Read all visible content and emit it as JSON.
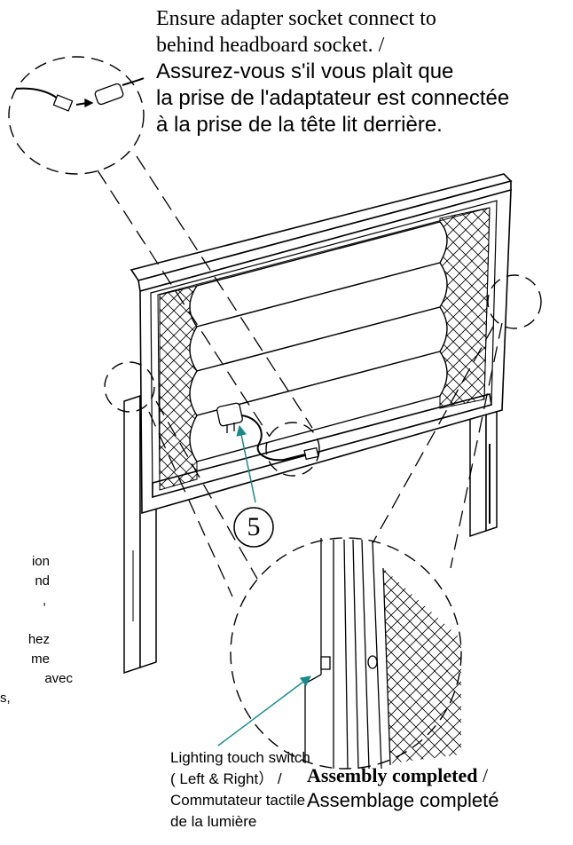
{
  "adapter_note": {
    "line1": "Ensure adapter socket connect to",
    "line2": "behind headboard socket. /",
    "line3": "Assurez-vous s'il vous plaìt que",
    "line4": "la prise de l'adaptateur est connectée",
    "line5": "à  la prise de la tête lit derrière."
  },
  "partial_note": {
    "line1": "ion",
    "line2": "nd",
    "line3": ",",
    "line4": "hez",
    "line5": "me",
    "line6": " avec",
    "line7": "s,"
  },
  "switch_note": {
    "line1": "Lighting touch switch",
    "line2": "( Left & Right）  /",
    "line3": "Commutateur tactile",
    "line4": "de la lumière"
  },
  "assembly_note": {
    "title_en": "Assembly completed",
    "separator": " /",
    "title_fr": "Assemblage completé"
  },
  "step_number": "5",
  "colors": {
    "line": "#000000",
    "leader": "#1a8a8a",
    "background": "#ffffff"
  }
}
